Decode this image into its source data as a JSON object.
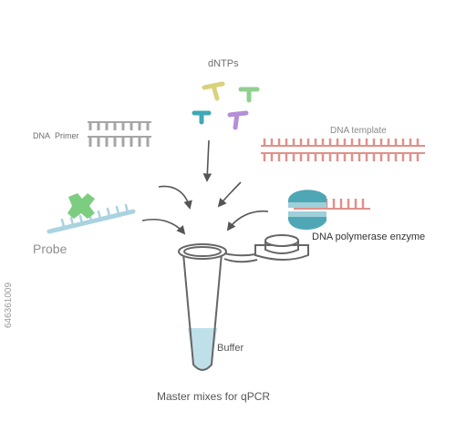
{
  "labels": {
    "dntps": "dNTPs",
    "dna_primer": "DNA  Primer",
    "dna_template": "DNA template",
    "probe": "Probe",
    "dna_polymerase": "DNA polymerase enzyme",
    "buffer": "Buffer",
    "caption": "Master mixes for qPCR",
    "stock_id": "646361009"
  },
  "colors": {
    "dntp_yellow": "#d9d27c",
    "dntp_green": "#8fd08f",
    "dntp_teal": "#3fa9b4",
    "dntp_purple": "#b58fd6",
    "primer": "#a6a6a6",
    "template": "#e0908a",
    "probe_strand": "#a9d3df",
    "probe_fluor": "#7ccd80",
    "enzyme": "#4fa7b5",
    "buffer_fill": "#bfe0e8",
    "outline": "#666666"
  }
}
